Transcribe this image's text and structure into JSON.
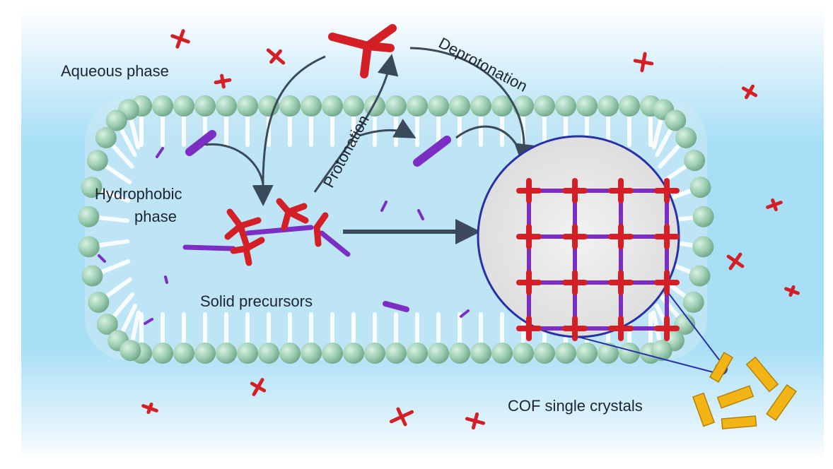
{
  "labels": {
    "aqueous": "Aqueous phase",
    "hydrophobic_line1": "Hydrophobic",
    "hydrophobic_line2": "phase",
    "solid": "Solid precursors",
    "protonation": "Protonation",
    "deprotonation": "Deprotonation",
    "cof": "COF single crystals"
  },
  "colors": {
    "background_top": "#e9f6fd",
    "background_mid": "#a7dff5",
    "lipid_head": "#9ecfb3",
    "lipid_tail": "#ffffff",
    "linker_red": "#d51f26",
    "linker_purple": "#7b2dc4",
    "crystal_yellow": "#f3b415",
    "magnifier_outline": "#2730a8",
    "arrow": "#3a4a5a"
  },
  "icons": {
    "tetrahedral_monomer": "red-tetrahedral-linker-icon",
    "linear_monomer": "purple-rod-linker-icon",
    "cof_lattice": "square-grid-lattice-icon",
    "crystal": "yellow-rod-crystal-icon"
  }
}
